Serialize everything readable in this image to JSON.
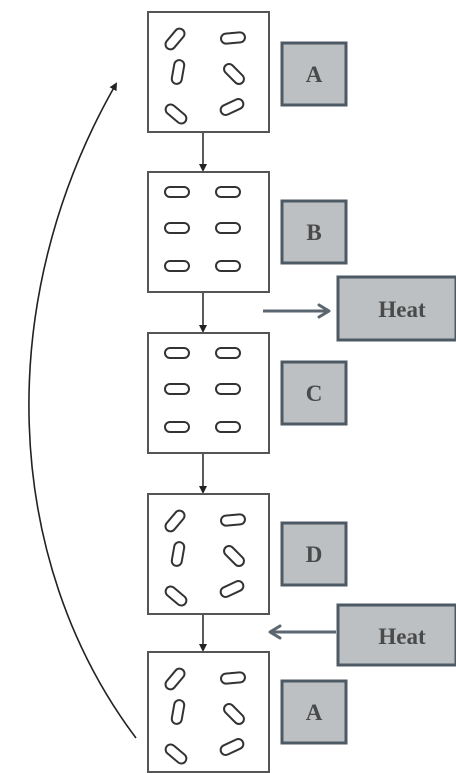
{
  "states": [
    {
      "id": "state-1",
      "label": "A",
      "pattern": "random"
    },
    {
      "id": "state-2",
      "label": "B",
      "pattern": "ordered"
    },
    {
      "id": "state-3",
      "label": "C",
      "pattern": "ordered"
    },
    {
      "id": "state-4",
      "label": "D",
      "pattern": "random"
    },
    {
      "id": "state-5",
      "label": "A",
      "pattern": "random"
    }
  ],
  "heat_inputs": [
    {
      "label": "Heat",
      "direction": "in"
    },
    {
      "label": "Heat",
      "direction": "out"
    }
  ],
  "colors": {
    "box_stroke": "#555555",
    "label_fill": "#bcc0c3",
    "label_stroke": "#4d5a63",
    "arrow": "#5a6670",
    "flow": "#222222"
  }
}
